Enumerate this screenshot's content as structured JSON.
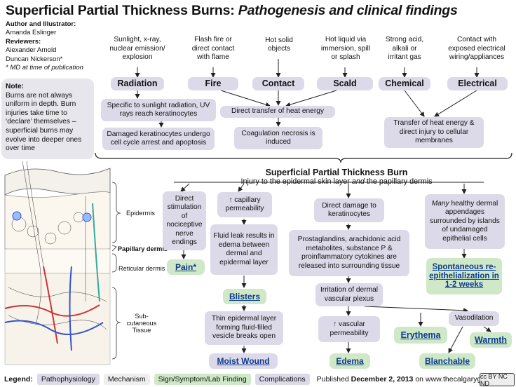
{
  "title": {
    "main": "Superficial Partial Thickness Burns:",
    "sub": "Pathogenesis and clinical findings"
  },
  "credits": {
    "author_label": "Author and Illustrator:",
    "author": "Amanda Eslinger",
    "reviewers_label": "Reviewers:",
    "reviewer1": "Alexander Arnold",
    "reviewer2": "Duncan Nickerson*",
    "footnote": "* MD at time of publication"
  },
  "note": {
    "title": "Note:",
    "text": "Burns are not always uniform in depth. Burn injuries take time to ‘declare’ themselves – superficial burns may evolve into deeper ones over time"
  },
  "causes": [
    {
      "text": "Sunlight, x-ray, nuclear emission/ explosion",
      "label": "Radiation"
    },
    {
      "text": "Flash fire or direct contact with flame",
      "label": "Fire"
    },
    {
      "text": "Hot solid objects",
      "label": "Contact"
    },
    {
      "text": "Hot liquid via immersion, spill or splash",
      "label": "Scald"
    },
    {
      "text": "Strong acid, alkali or irritant gas",
      "label": "Chemical"
    },
    {
      "text": "Contact with exposed electrical wiring/appliances",
      "label": "Electrical"
    }
  ],
  "mechanisms": {
    "radiation1": "Specific to sunlight radiation, UV rays reach keratinocytes",
    "radiation2": "Damaged keratinocytes undergo cell cycle arrest and apoptosis",
    "heat": "Direct transfer of heat energy",
    "coag": "Coagulation necrosis is induced",
    "chem": "Transfer of heat energy & direct injury to cellular membranes"
  },
  "hub": {
    "title": "Superficial Partial Thickness Burn",
    "subtitle_pre": "Injury to the epidermal skin layer ",
    "subtitle_em": "and",
    "subtitle_post": " the papillary dermis"
  },
  "branches": {
    "nerve": "Direct stimulation of nociceptive nerve endings",
    "pain": "Pain*",
    "capillary": "↑ capillary permeability",
    "fluid": "Fluid leak results in edema between dermal and epidermal layer",
    "blisters": "Blisters",
    "thin": "Thin epidermal layer forming fluid-filled vesicle breaks open",
    "moist": "Moist Wound",
    "direct": "Direct damage to keratinocytes",
    "prosta": "Prostaglandins, arachidonic acid metabolites, substance P & proinflammatory cytokines are released into surrounding tissue",
    "irritation": "Irritation of dermal vascular plexus",
    "vascperm": "↑ vascular permeability",
    "edema": "Edema",
    "vasodilation": "Vasodilation",
    "erythema": "Erythema",
    "warmth": "Warmth",
    "blanchable": "Blanchable",
    "many_em": "Many",
    "many": " healthy dermal appendages surrounded by islands of undamaged epithelial cells",
    "spontaneous": "Spontaneous re-epithelialization in 1-2 weeks"
  },
  "tissue": {
    "epidermis": "Epidermis",
    "papillary": "Papillary dermis",
    "reticular": "Reticular dermis",
    "sub": "Sub-cutaneous Tissue"
  },
  "legend": {
    "label": "Legend:",
    "items": [
      "Pathophysiology",
      "Mechanism",
      "Sign/Symptom/Lab Finding",
      "Complications"
    ],
    "published_pre": "Published ",
    "published_date": "December 2, 2013",
    "published_post": " on www.thecalgaryguide.com"
  },
  "cc_badge": "cc BY NC ND",
  "colors": {
    "patho": "#dcd9e8",
    "mech": "#eeeeee",
    "sign": "#cfe8c7",
    "link": "#0b3a8f"
  }
}
